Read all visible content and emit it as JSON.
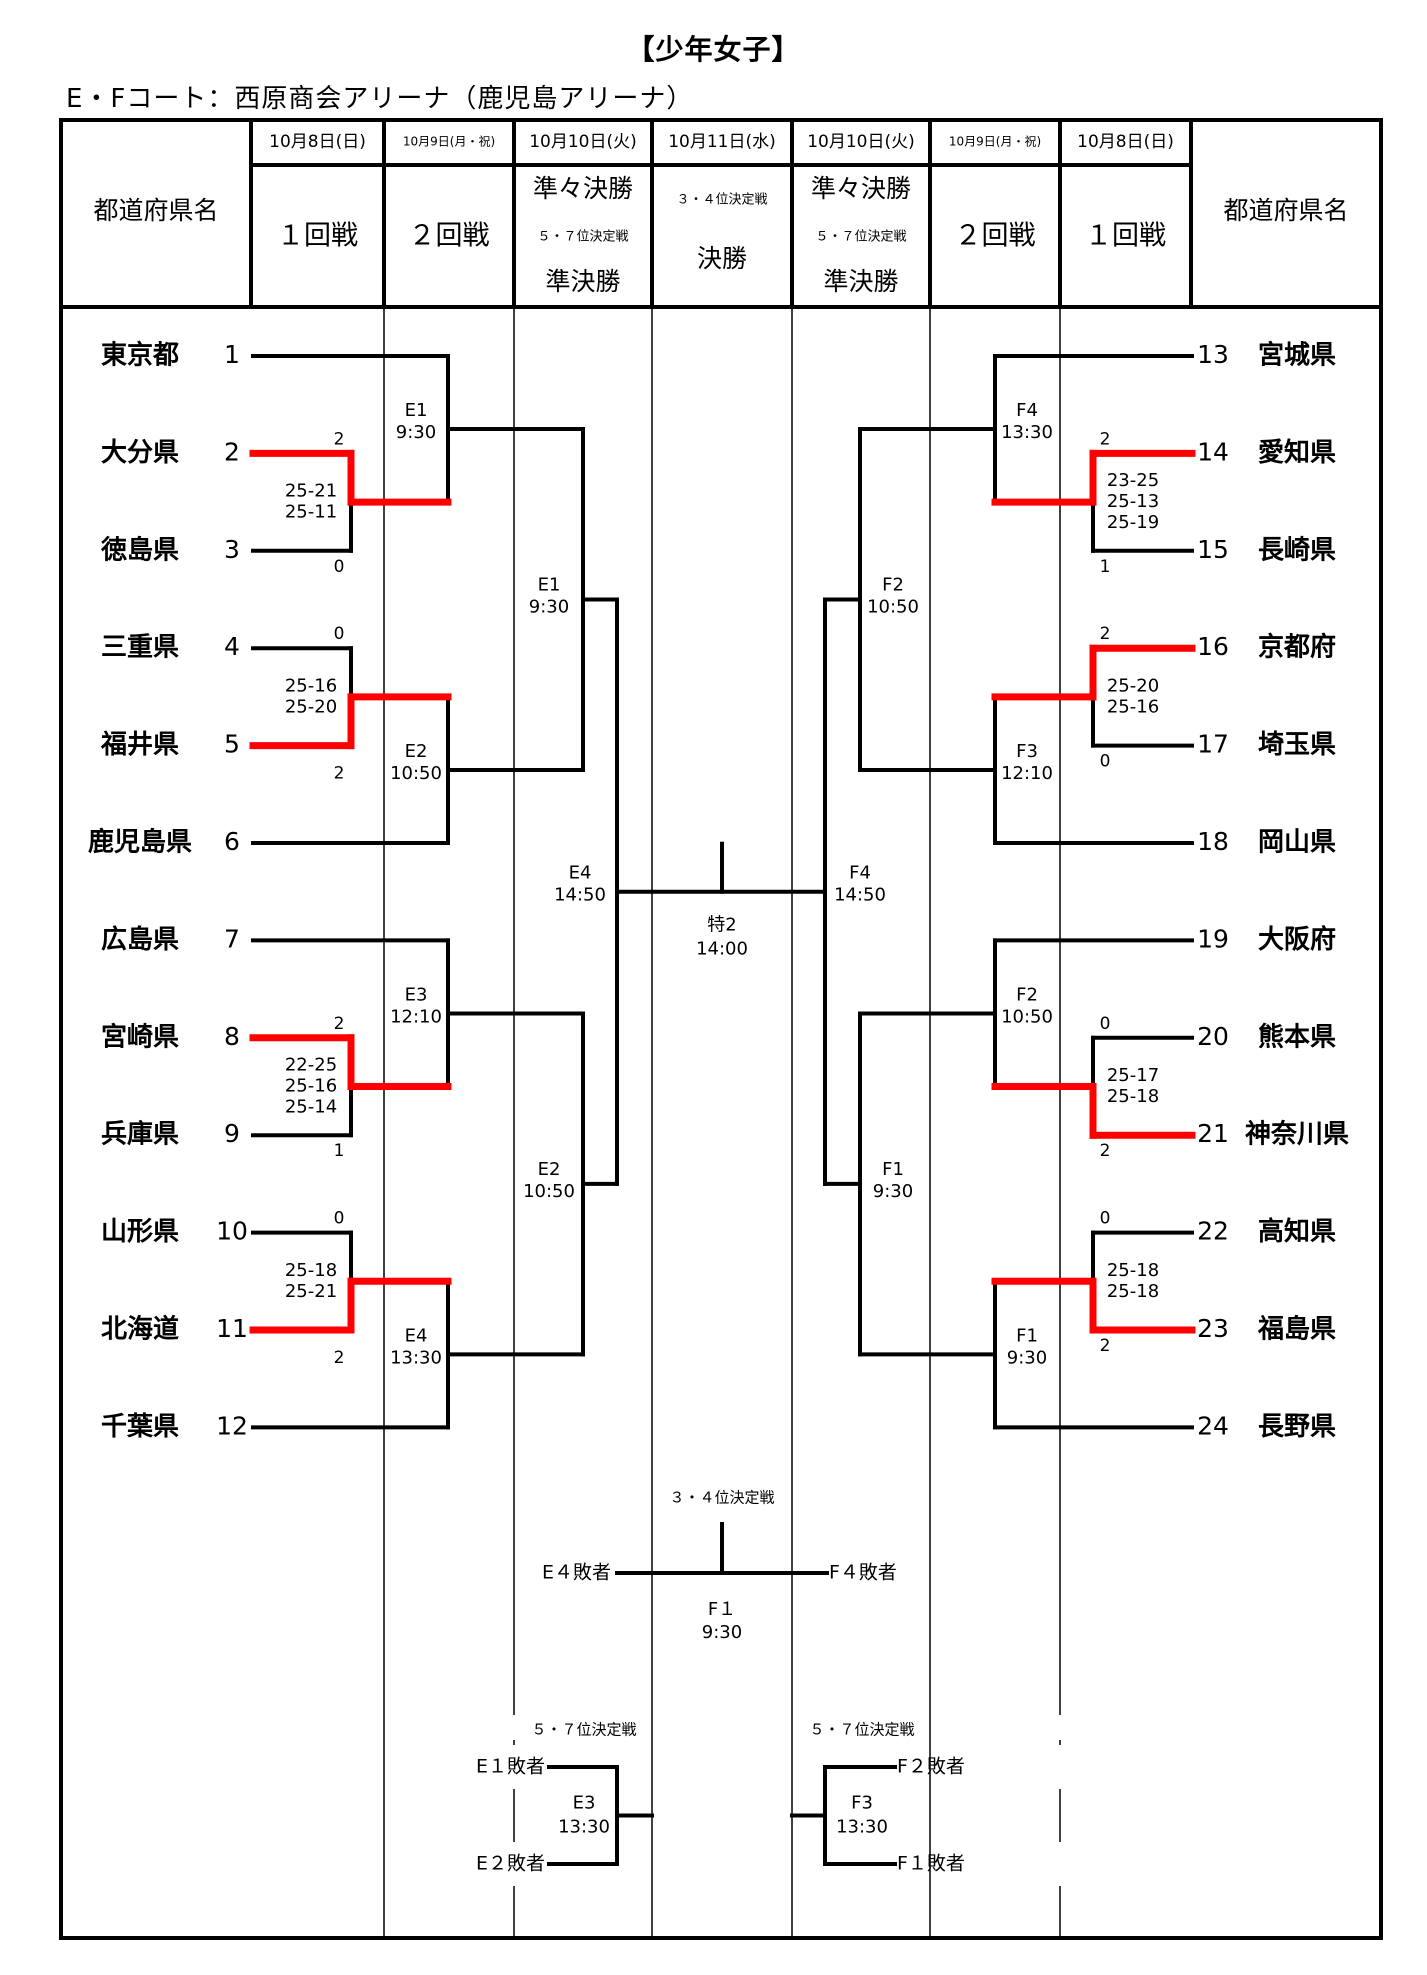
{
  "title": "【少年女子】",
  "subtitle": "E・Fコート：西原商会アリーナ（鹿児島アリーナ）",
  "colors": {
    "winner_line": "#ff0000",
    "line": "#000000"
  },
  "header": {
    "prefecture_label": "都道府県名",
    "columns": [
      {
        "date": "10月8日(日)",
        "round": [
          "１回戦"
        ]
      },
      {
        "date": "10月9日(月・祝)",
        "round": [
          "２回戦"
        ]
      },
      {
        "date": "10月10日(火)",
        "round": [
          "準々決勝",
          "５・７位決定戦",
          "準決勝"
        ]
      },
      {
        "date": "10月11日(水)",
        "round": [
          "３・４位決定戦",
          "決勝"
        ]
      },
      {
        "date": "10月10日(火)",
        "round": [
          "準々決勝",
          "５・７位決定戦",
          "準決勝"
        ]
      },
      {
        "date": "10月9日(月・祝)",
        "round": [
          "２回戦"
        ]
      },
      {
        "date": "10月8日(日)",
        "round": [
          "１回戦"
        ]
      }
    ]
  },
  "left_teams": [
    {
      "seed": "1",
      "name": "東京都"
    },
    {
      "seed": "2",
      "name": "大分県"
    },
    {
      "seed": "3",
      "name": "徳島県"
    },
    {
      "seed": "4",
      "name": "三重県"
    },
    {
      "seed": "5",
      "name": "福井県"
    },
    {
      "seed": "6",
      "name": "鹿児島県"
    },
    {
      "seed": "7",
      "name": "広島県"
    },
    {
      "seed": "8",
      "name": "宮崎県"
    },
    {
      "seed": "9",
      "name": "兵庫県"
    },
    {
      "seed": "10",
      "name": "山形県"
    },
    {
      "seed": "11",
      "name": "北海道"
    },
    {
      "seed": "12",
      "name": "千葉県"
    }
  ],
  "right_teams": [
    {
      "seed": "13",
      "name": "宮城県"
    },
    {
      "seed": "14",
      "name": "愛知県"
    },
    {
      "seed": "15",
      "name": "長崎県"
    },
    {
      "seed": "16",
      "name": "京都府"
    },
    {
      "seed": "17",
      "name": "埼玉県"
    },
    {
      "seed": "18",
      "name": "岡山県"
    },
    {
      "seed": "19",
      "name": "大阪府"
    },
    {
      "seed": "20",
      "name": "熊本県"
    },
    {
      "seed": "21",
      "name": "神奈川県"
    },
    {
      "seed": "22",
      "name": "高知県"
    },
    {
      "seed": "23",
      "name": "福島県"
    },
    {
      "seed": "24",
      "name": "長野県"
    }
  ],
  "first_round": [
    {
      "side": "left",
      "teams": [
        2,
        3
      ],
      "winner": 2,
      "set_wins": [
        "2",
        "0"
      ],
      "scores": [
        "25-21",
        "25-11"
      ]
    },
    {
      "side": "left",
      "teams": [
        4,
        5
      ],
      "winner": 5,
      "set_wins": [
        "0",
        "2"
      ],
      "scores": [
        "25-16",
        "25-20"
      ]
    },
    {
      "side": "left",
      "teams": [
        8,
        9
      ],
      "winner": 8,
      "set_wins": [
        "2",
        "1"
      ],
      "scores": [
        "22-25",
        "25-16",
        "25-14"
      ]
    },
    {
      "side": "left",
      "teams": [
        10,
        11
      ],
      "winner": 11,
      "set_wins": [
        "0",
        "2"
      ],
      "scores": [
        "25-18",
        "25-21"
      ]
    },
    {
      "side": "right",
      "teams": [
        14,
        15
      ],
      "winner": 14,
      "set_wins": [
        "2",
        "1"
      ],
      "scores": [
        "23-25",
        "25-13",
        "25-19"
      ]
    },
    {
      "side": "right",
      "teams": [
        16,
        17
      ],
      "winner": 16,
      "set_wins": [
        "2",
        "0"
      ],
      "scores": [
        "25-20",
        "25-16"
      ]
    },
    {
      "side": "right",
      "teams": [
        20,
        21
      ],
      "winner": 21,
      "set_wins": [
        "0",
        "2"
      ],
      "scores": [
        "25-17",
        "25-18"
      ]
    },
    {
      "side": "right",
      "teams": [
        22,
        23
      ],
      "winner": 23,
      "set_wins": [
        "0",
        "2"
      ],
      "scores": [
        "25-18",
        "25-18"
      ]
    }
  ],
  "second_round": [
    {
      "side": "left",
      "court": "E1",
      "time": "9:30"
    },
    {
      "side": "left",
      "court": "E2",
      "time": "10:50"
    },
    {
      "side": "left",
      "court": "E3",
      "time": "12:10"
    },
    {
      "side": "left",
      "court": "E4",
      "time": "13:30"
    },
    {
      "side": "right",
      "court": "F4",
      "time": "13:30"
    },
    {
      "side": "right",
      "court": "F3",
      "time": "12:10"
    },
    {
      "side": "right",
      "court": "F2",
      "time": "10:50"
    },
    {
      "side": "right",
      "court": "F1",
      "time": "9:30"
    }
  ],
  "quarterfinals": [
    {
      "side": "left",
      "court": "E1",
      "time": "9:30"
    },
    {
      "side": "left",
      "court": "E2",
      "time": "10:50"
    },
    {
      "side": "right",
      "court": "F2",
      "time": "10:50"
    },
    {
      "side": "right",
      "court": "F1",
      "time": "9:30"
    }
  ],
  "semifinals": [
    {
      "side": "left",
      "court": "E4",
      "time": "14:50"
    },
    {
      "side": "right",
      "court": "F4",
      "time": "14:50"
    }
  ],
  "final": {
    "court": "特2",
    "time": "14:00"
  },
  "third_place": {
    "label": "３・４位決定戦",
    "left": "E４敗者",
    "right": "F４敗者",
    "court": "F１",
    "time": "9:30"
  },
  "fifth_seventh": [
    {
      "side": "left",
      "label": "５・７位決定戦",
      "top": "E１敗者",
      "bottom": "E２敗者",
      "court": "E3",
      "time": "13:30"
    },
    {
      "side": "right",
      "label": "５・７位決定戦",
      "top": "F２敗者",
      "bottom": "F１敗者",
      "court": "F3",
      "time": "13:30"
    }
  ]
}
